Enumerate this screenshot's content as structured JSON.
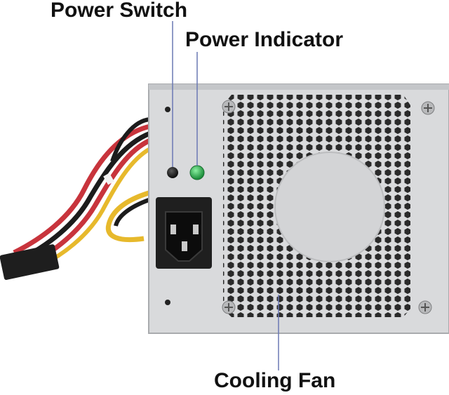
{
  "labels": {
    "power_switch": "Power Switch",
    "power_indicator": "Power Indicator",
    "cooling_fan": "Cooling Fan"
  },
  "colors": {
    "chassis": "#d9dadc",
    "chassis_edge": "#a9abae",
    "leader_line": "#6a78b4",
    "indicator_led": "#2fa84f",
    "ac_inlet": "#1f1f1f",
    "wire_red": "#c8343c",
    "wire_yellow": "#e7b92c",
    "wire_black": "#1c1c1c"
  },
  "icons": {
    "switch": "round-black-button-icon",
    "indicator": "green-led-icon",
    "inlet": "iec-c14-socket-icon",
    "screw": "phillips-screw-icon"
  }
}
